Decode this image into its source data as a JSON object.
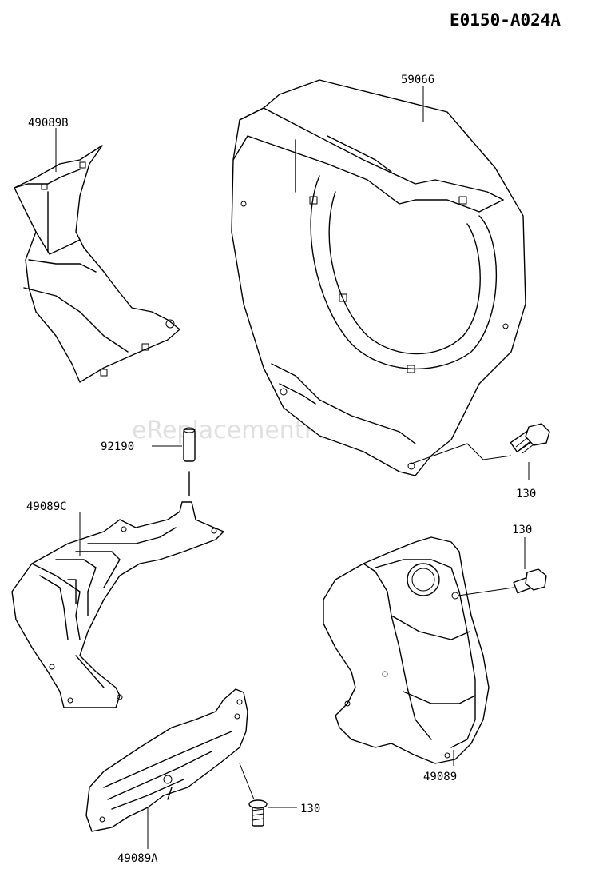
{
  "diagram_code": "E0150-A024A",
  "watermark": "eReplacementParts.com",
  "parts": {
    "shroud": "59066",
    "cover_upper": "49089B",
    "pin": "92190",
    "cover_middle": "49089C",
    "cover_lower": "49089A",
    "baffle": "49089",
    "bolt_shroud": "130",
    "bolt_baffle": "130",
    "bolt_lower": "130"
  }
}
